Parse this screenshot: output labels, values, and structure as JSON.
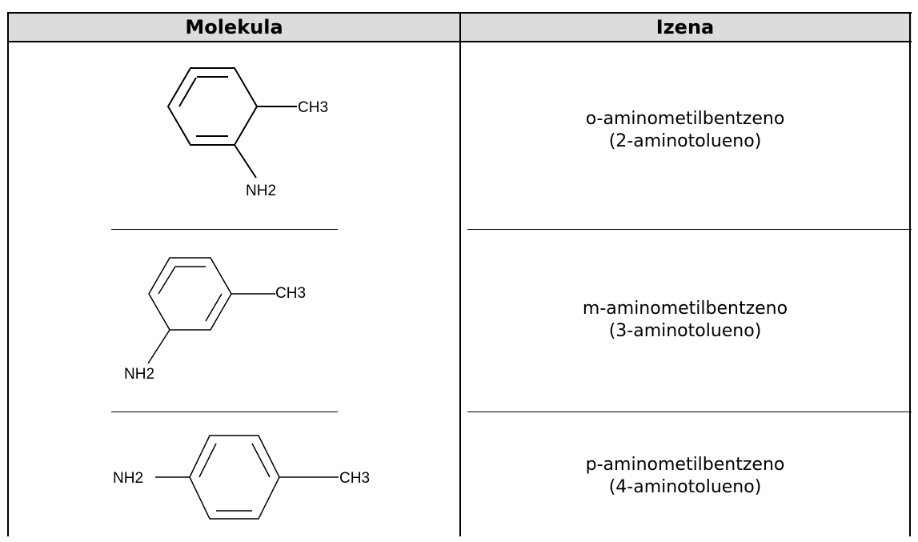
{
  "table": {
    "headers": {
      "molecule": "Molekula",
      "name": "Izena"
    },
    "rows": [
      {
        "isomer": "ortho",
        "labels": {
          "methyl": "CH3",
          "amino": "NH2"
        },
        "name_line1": "o-aminometilbentzeno",
        "name_line2": "(2-aminotolueno)"
      },
      {
        "isomer": "meta",
        "labels": {
          "methyl": "CH3",
          "amino": "NH2"
        },
        "name_line1": "m-aminometilbentzeno",
        "name_line2": "(3-aminotolueno)"
      },
      {
        "isomer": "para",
        "labels": {
          "methyl": "CH3",
          "amino": "NH2"
        },
        "name_line1": "p-aminometilbentzeno",
        "name_line2": "(4-aminotolueno)"
      }
    ]
  }
}
